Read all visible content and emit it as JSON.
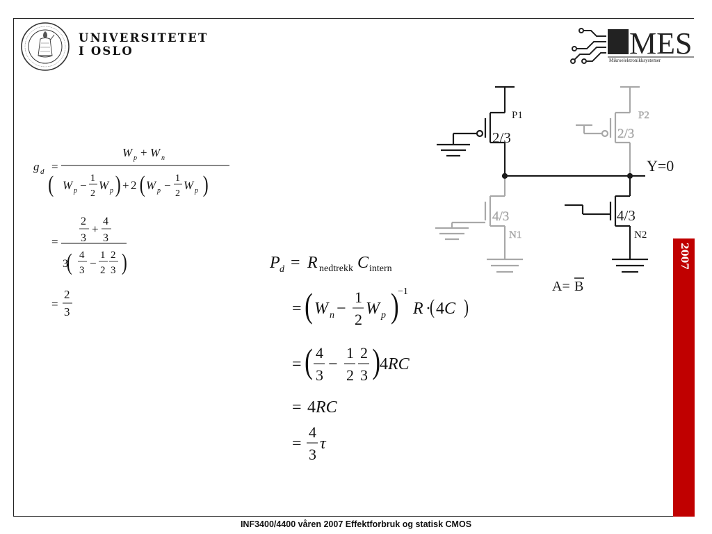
{
  "header": {
    "university_line1": "UNIVERSITETET",
    "university_line2": "I OSLO",
    "seal_text": "UNIVERSITAS OSLOENSIS MDCCCXI",
    "mes_logo_text": "MES",
    "mes_subtitle": "Mikroelektronikksystemer"
  },
  "side_tab": {
    "year": "2007",
    "color": "#c00000"
  },
  "footer": {
    "text": "INF3400/4400 våren 2007 Effektforbruk og statisk CMOS"
  },
  "schematic": {
    "p1": {
      "name": "P1",
      "size": "2/3"
    },
    "p2": {
      "name": "P2",
      "size": "2/3"
    },
    "n1": {
      "name": "N1",
      "size": "4/3"
    },
    "n2": {
      "name": "N2",
      "size": "4/3"
    },
    "output": "Y=0",
    "condition_lhs": "A=",
    "condition_rhs": "B",
    "active_color": "#1a1a1a",
    "inactive_color": "#a8a8a8"
  },
  "math_left": {
    "lhs_symbol": "g",
    "lhs_sub": "d",
    "eq": "=",
    "W": "W",
    "p": "p",
    "n": "n",
    "plus": "+",
    "minus": "−",
    "one": "1",
    "two": "2",
    "three": "3",
    "four": "4",
    "lparen": "(",
    "rparen": ")"
  },
  "math_right": {
    "lhs_symbol": "P",
    "lhs_sub": "d",
    "eq": "=",
    "R": "R",
    "C": "C",
    "sub_nedtrekk": "nedtrekk",
    "sub_intern": "intern",
    "W": "W",
    "n": "n",
    "p": "p",
    "minus": "−",
    "exp": "−1",
    "dot": "·",
    "one": "1",
    "two": "2",
    "three": "3",
    "four": "4",
    "RC": "RC",
    "four_C": "4C",
    "four_RC": "4RC",
    "tau": "τ",
    "lparen": "(",
    "rparen": ")"
  }
}
